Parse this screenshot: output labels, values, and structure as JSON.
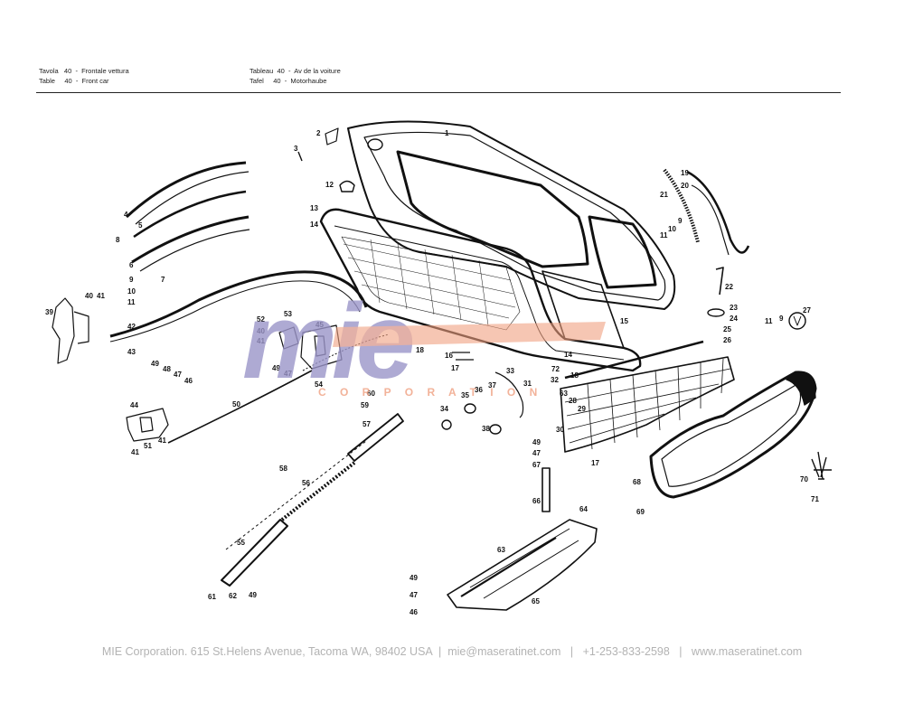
{
  "header": {
    "it": "Tavola   40  -  Frontale vettura",
    "en": "Table     40  -  Front car",
    "fr": "Tableau  40  -  Av de la voiture",
    "de": "Tafel     40  -  Motorhaube"
  },
  "watermark": {
    "logo": "mie",
    "tagline": "C O R P O R A T I O N",
    "colors": {
      "logo": "#9b95c9",
      "accent": "#f0a080"
    }
  },
  "part_numbers": [
    "1",
    "2",
    "3",
    "12",
    "4",
    "5",
    "8",
    "6",
    "7",
    "9",
    "10",
    "11",
    "13",
    "14",
    "19",
    "20",
    "21",
    "9",
    "10",
    "11",
    "22",
    "23",
    "24",
    "25",
    "26",
    "27",
    "11",
    "9",
    "39",
    "40",
    "41",
    "42",
    "43",
    "52",
    "53",
    "40",
    "41",
    "45",
    "49",
    "47",
    "54",
    "49",
    "48",
    "47",
    "46",
    "18",
    "16",
    "17",
    "33",
    "72",
    "32",
    "31",
    "15",
    "14",
    "18",
    "63",
    "28",
    "29",
    "44",
    "41",
    "51",
    "41",
    "50",
    "59",
    "60",
    "57",
    "35",
    "36",
    "37",
    "34",
    "38",
    "30",
    "49",
    "47",
    "67",
    "17",
    "58",
    "56",
    "66",
    "68",
    "70",
    "71",
    "69",
    "64",
    "55",
    "63",
    "61",
    "62",
    "49",
    "49",
    "47",
    "46",
    "65"
  ],
  "footer": {
    "address": "MIE Corporation. 615 St.Helens Avenue, Tacoma WA, 98402 USA",
    "email": "mie@maseratinet.com",
    "phone": "+1-253-833-2598",
    "web": "www.maseratinet.com",
    "separator": "|"
  }
}
